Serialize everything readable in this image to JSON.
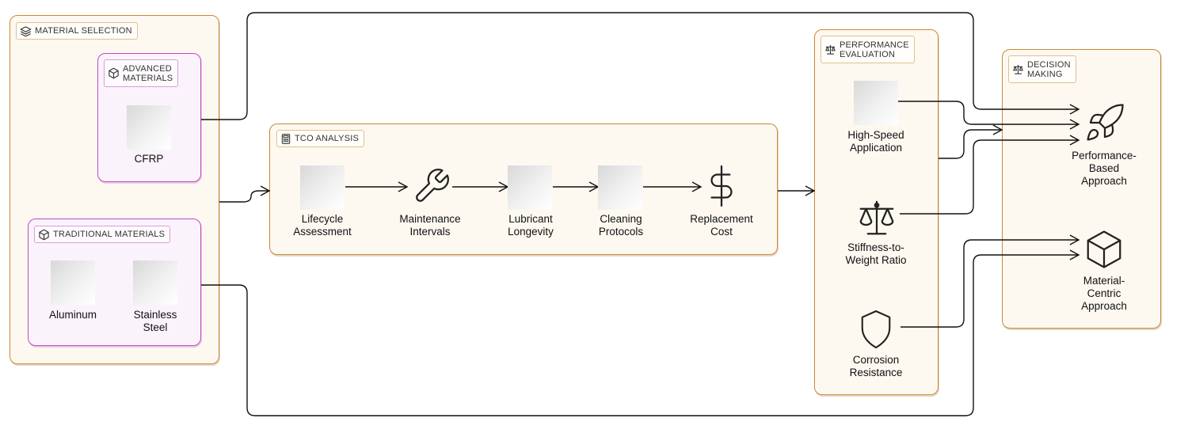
{
  "groups": {
    "material_selection": "MATERIAL SELECTION",
    "advanced_materials": "ADVANCED\nMATERIALS",
    "traditional_materials": "TRADITIONAL MATERIALS",
    "tco_analysis": "TCO ANALYSIS",
    "performance_evaluation": "PERFORMANCE\nEVALUATION",
    "decision_making": "DECISION\nMAKING"
  },
  "nodes": {
    "cfrp": "CFRP",
    "aluminum": "Aluminum",
    "stainless_steel": "Stainless\nSteel",
    "lifecycle": "Lifecycle\nAssessment",
    "maintenance": "Maintenance\nIntervals",
    "lubricant": "Lubricant\nLongevity",
    "cleaning": "Cleaning\nProtocols",
    "replacement": "Replacement\nCost",
    "high_speed": "High-Speed\nApplication",
    "stiffness": "Stiffness-to-\nWeight Ratio",
    "corrosion": "Corrosion\nResistance",
    "performance_based": "Performance-\nBased\nApproach",
    "material_centric": "Material-\nCentric\nApproach"
  },
  "icons": {
    "material_selection": "layers-icon",
    "advanced_materials": "cube-icon",
    "traditional_materials": "cube-icon",
    "tco_analysis": "calculator-icon",
    "performance_evaluation": "scale-icon",
    "decision_making": "scale-icon",
    "maintenance": "wrench-icon",
    "replacement": "dollar-icon",
    "stiffness": "scale-icon",
    "corrosion": "shield-icon",
    "performance_based": "rocket-icon",
    "material_centric": "box-icon"
  },
  "colors": {
    "group_orange": "#c98a36",
    "group_purple": "#c048c8",
    "edge": "#111111"
  }
}
